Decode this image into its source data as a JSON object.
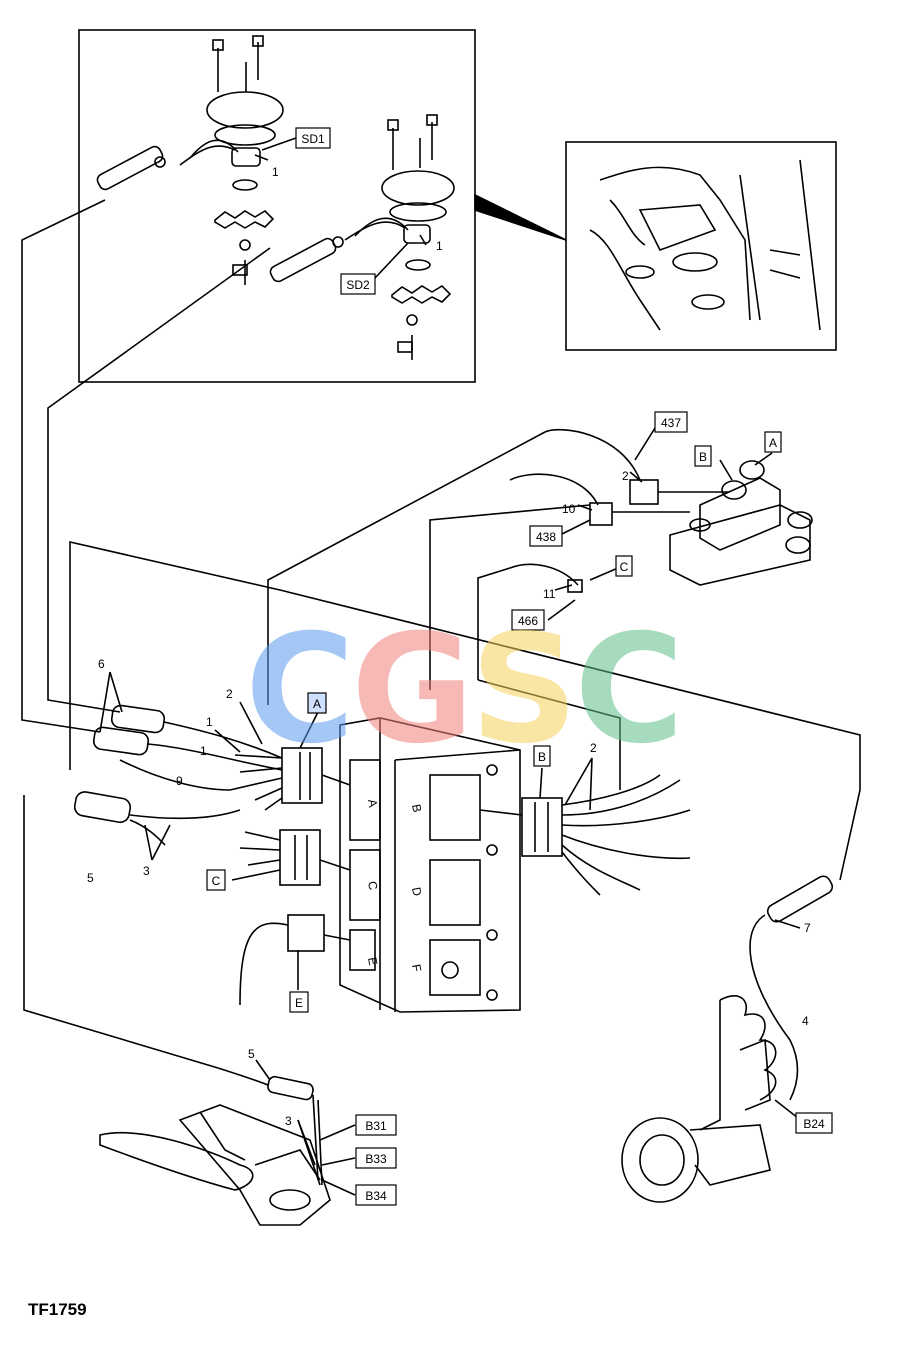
{
  "figure_id": "TF1759",
  "watermark": {
    "letters": [
      "C",
      "G",
      "S",
      "C"
    ],
    "colors": [
      "#5b9bf0",
      "#f0817a",
      "#f5d25a",
      "#5fbf8a"
    ]
  },
  "inset_labels": {
    "sd1": "SD1",
    "sd2": "SD2",
    "n1a": "1",
    "n1b": "1"
  },
  "boxed_labels": {
    "b437": "437",
    "b438": "438",
    "b466": "466",
    "valveA": "A",
    "valveB": "B",
    "valveC": "C",
    "connA": "A",
    "connB": "B",
    "connC": "C",
    "connE": "E",
    "b31": "B31",
    "b33": "B33",
    "b34": "B34",
    "b24": "B24"
  },
  "callouts": {
    "n2_top": "2",
    "n10": "10",
    "n11": "11",
    "n6": "6",
    "n2_left": "2",
    "n1_left": "1",
    "n1_left2": "1",
    "n9": "9",
    "n5_left": "5",
    "n3_left": "3",
    "n2_right": "2",
    "n7": "7",
    "n4": "4",
    "n5_bottom": "5",
    "n3_bottom": "3"
  },
  "ecu_letters": {
    "a": "A",
    "b": "B",
    "c": "C",
    "d": "D",
    "e": "E",
    "f": "F"
  }
}
